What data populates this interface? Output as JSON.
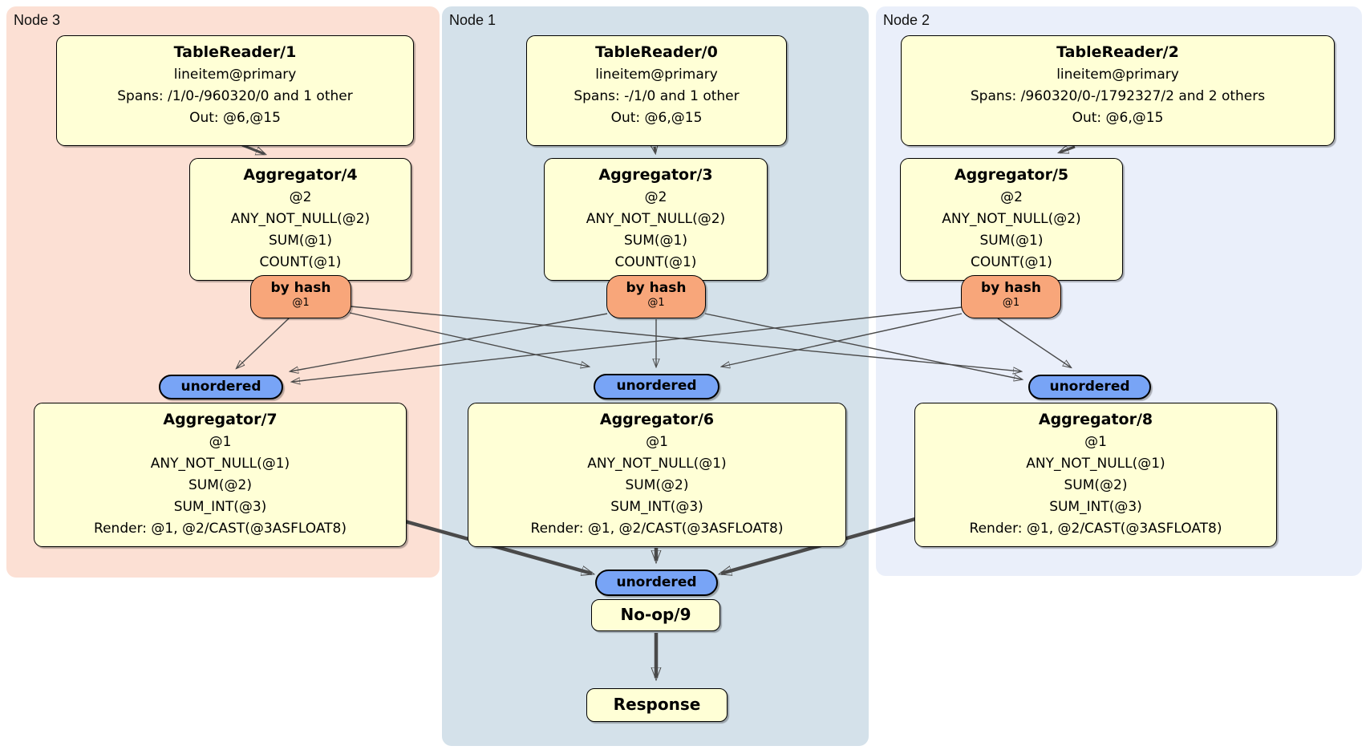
{
  "colors": {
    "node3_bg": "#fce0d4",
    "node1_bg": "#d4e1ea",
    "node2_bg": "#eaeffa",
    "box_fill": "#ffffd6",
    "box_border": "#000000",
    "router_fill": "#f8a67a",
    "sync_fill": "#78a4f6",
    "edge_color": "#4a4a4a"
  },
  "plan": {
    "groups": [
      {
        "label": "Node 3",
        "table_reader": {
          "title": "TableReader/1",
          "index": "lineitem@primary",
          "spans": "Spans: /1/0-/960320/0 and 1 other",
          "out": "Out: @6,@15"
        },
        "hash_aggregator": {
          "title": "Aggregator/4",
          "lines": [
            "@2",
            "ANY_NOT_NULL(@2)",
            "SUM(@1)",
            "COUNT(@1)"
          ]
        },
        "router": {
          "label": "by hash",
          "key": "@1"
        },
        "sync": {
          "label": "unordered"
        },
        "final_aggregator": {
          "title": "Aggregator/7",
          "lines": [
            "@1",
            "ANY_NOT_NULL(@1)",
            "SUM(@2)",
            "SUM_INT(@3)",
            "Render: @1, @2/CAST(@3ASFLOAT8)"
          ]
        }
      },
      {
        "label": "Node 1",
        "table_reader": {
          "title": "TableReader/0",
          "index": "lineitem@primary",
          "spans": "Spans: -/1/0 and 1 other",
          "out": "Out: @6,@15"
        },
        "hash_aggregator": {
          "title": "Aggregator/3",
          "lines": [
            "@2",
            "ANY_NOT_NULL(@2)",
            "SUM(@1)",
            "COUNT(@1)"
          ]
        },
        "router": {
          "label": "by hash",
          "key": "@1"
        },
        "sync": {
          "label": "unordered"
        },
        "final_aggregator": {
          "title": "Aggregator/6",
          "lines": [
            "@1",
            "ANY_NOT_NULL(@1)",
            "SUM(@2)",
            "SUM_INT(@3)",
            "Render: @1, @2/CAST(@3ASFLOAT8)"
          ]
        }
      },
      {
        "label": "Node 2",
        "table_reader": {
          "title": "TableReader/2",
          "index": "lineitem@primary",
          "spans": "Spans: /960320/0-/1792327/2 and 2 others",
          "out": "Out: @6,@15"
        },
        "hash_aggregator": {
          "title": "Aggregator/5",
          "lines": [
            "@2",
            "ANY_NOT_NULL(@2)",
            "SUM(@1)",
            "COUNT(@1)"
          ]
        },
        "router": {
          "label": "by hash",
          "key": "@1"
        },
        "sync": {
          "label": "unordered"
        },
        "final_aggregator": {
          "title": "Aggregator/8",
          "lines": [
            "@1",
            "ANY_NOT_NULL(@1)",
            "SUM(@2)",
            "SUM_INT(@3)",
            "Render: @1, @2/CAST(@3ASFLOAT8)"
          ]
        }
      }
    ],
    "output": {
      "sync_label": "unordered",
      "noop_title": "No-op/9",
      "response_title": "Response"
    }
  }
}
